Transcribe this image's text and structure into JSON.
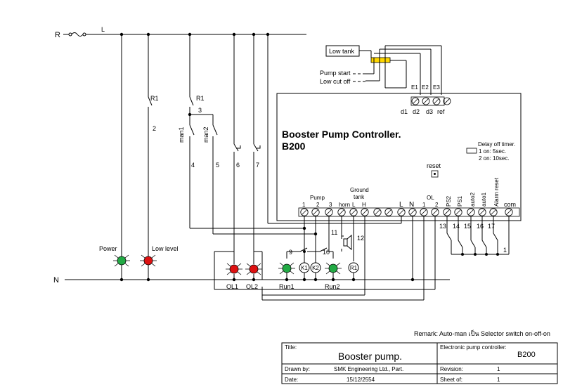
{
  "line": {
    "r": "R",
    "l": "L",
    "n": "N"
  },
  "relay": {
    "r1a": "R1",
    "r1b": "R1"
  },
  "wires": {
    "w2": "2",
    "w3": "3",
    "w4": "4",
    "w5": "5",
    "w6": "6",
    "w7": "7",
    "w9": "9",
    "w10": "10",
    "w11": "11",
    "w12": "12",
    "w13": "13",
    "w14": "14",
    "w15": "15",
    "w16": "16",
    "w17": "17",
    "w1": "1"
  },
  "switches": {
    "man1": "man1",
    "man2": "man2"
  },
  "lamps": {
    "power": "Power",
    "low_level": "Low level",
    "ol1": "OL1",
    "ol2": "OL2",
    "run1": "Run1",
    "run2": "Run2"
  },
  "coils": {
    "k1": "K1",
    "k2": "K2",
    "r1": "R1"
  },
  "colors": {
    "green": "#22aa44",
    "red": "#dd1111",
    "probe": "#ffd700"
  },
  "sensor": {
    "low_tank": "Low tank",
    "pump_start": "Pump start",
    "low_cut_off": "Low cut off",
    "e1": "E1",
    "e2": "E2",
    "e3": "E3",
    "d1": "d1",
    "d2": "d2",
    "d3": "d3",
    "ref": "ref"
  },
  "controller": {
    "title_line1": "Booster Pump Controller.",
    "title_line2": "B200",
    "delay_title": "Delay off timer.",
    "delay_1": "1 on: 5sec.",
    "delay_2": "2 on: 10sec.",
    "reset": "reset",
    "pump": "Pump",
    "p1": "1",
    "p2": "2",
    "p3": "3",
    "horn": "horn",
    "ground_tank_1": "Ground",
    "ground_tank_2": "tank",
    "gl": "L",
    "gh": "H",
    "l": "L",
    "n": "N",
    "ol": "OL",
    "ol1": "1",
    "ol2": "2",
    "ps2": "PS2",
    "ps1": "PS1",
    "auto2": "auto2",
    "auto1": "auto1",
    "alarm_reset": "Alarm reset",
    "com": "com"
  },
  "remark": "Remark: Auto-man เป็น Selector switch on-off-on",
  "title_block": {
    "title_label": "Title:",
    "title_value": "Booster pump.",
    "epc_label": "Electronic pump controller:",
    "epc_value": "B200",
    "drawn_label": "Drawn by:",
    "drawn_value": "SMK Engineering Ltd., Part.",
    "revision_label": "Revision:",
    "revision_value": "1",
    "date_label": "Date:",
    "date_value": "15/12/2554",
    "sheet_label": "Sheet of:",
    "sheet_value": "1"
  }
}
